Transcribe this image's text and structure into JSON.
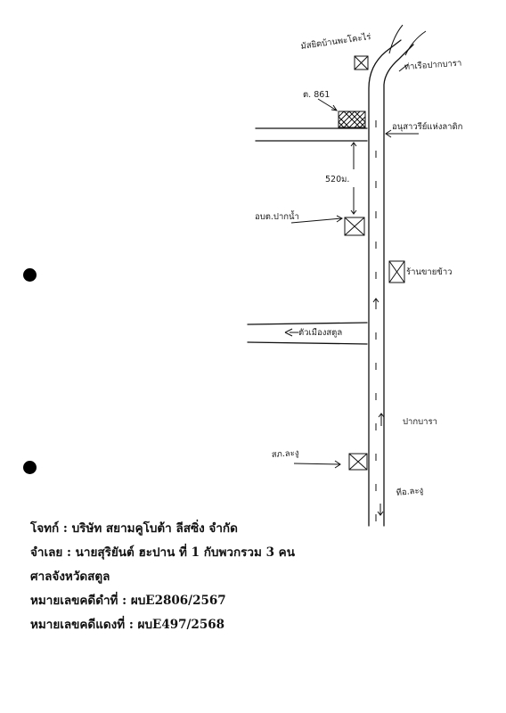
{
  "map": {
    "labels": {
      "mosque": "มัสยิดบ้านพะโคะไร่",
      "junction": "ท่าเรือปากบารา",
      "road_code": "ต. 861",
      "monument": "อนุสาวรีย์แห่งลาดิก",
      "distance": "520ม.",
      "school": "อบต.ปากน้ำ",
      "rice_shop": "ร้านขายข้าว",
      "to_district": "ตัวเมืองสตูล",
      "direction": "ปากบารา",
      "police": "สภ.ละงู",
      "to_langu": "ทีอ.ละงู"
    }
  },
  "case": {
    "plaintiff": "โจทก์ : บริษัท สยามคูโบต้า ลีสซิ่ง จำกัด",
    "defendant": "จำเลย : นายสุริยันต์ ฮะปาน ที่ 1 กับพวกรวม 3 คน",
    "court": "ศาลจังหวัดสตูล",
    "black_case": "หมายเลขคดีดำที่ : ผบE2806/2567",
    "red_case": "หมายเลขคดีแดงที่ : ผบE497/2568"
  }
}
